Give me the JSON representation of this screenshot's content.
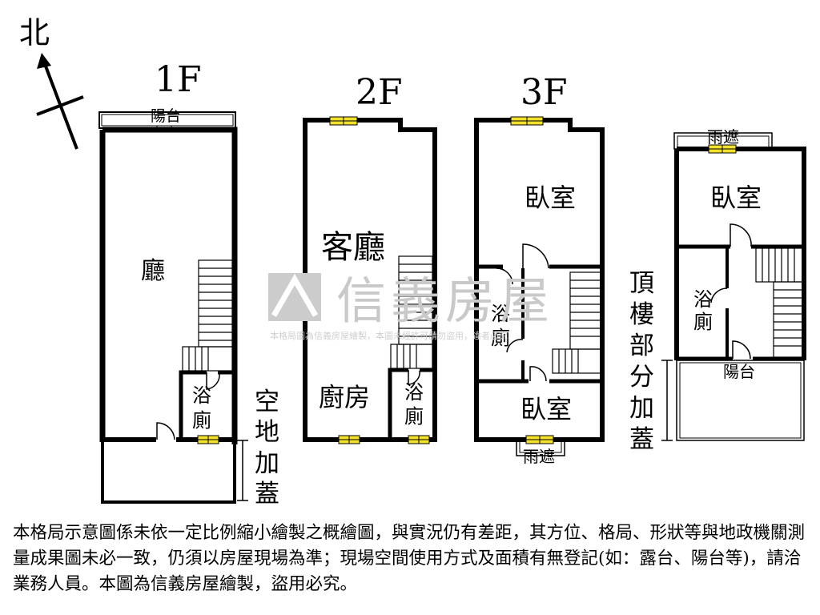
{
  "compass": {
    "label": "北"
  },
  "floors": {
    "f1": {
      "title": "1F",
      "balcony": "陽台",
      "living": "廳",
      "bath": "浴廁",
      "annex": "空地加蓋"
    },
    "f2": {
      "title": "2F",
      "living": "客廳",
      "kitchen": "廚房",
      "bath": "浴廁"
    },
    "f3": {
      "title": "3F",
      "bedroom_north": "臥室",
      "bath": "浴廁",
      "bedroom_south": "臥室",
      "awning": "雨遮"
    },
    "roof": {
      "awning": "雨遮",
      "bedroom": "臥室",
      "bath": "浴廁",
      "balcony": "陽台",
      "annex": "頂樓部分加蓋"
    }
  },
  "watermark": {
    "brand": "信義房屋",
    "caption": "本格局圖為信義房屋繪製，本圖未經許可請勿盜用，違者必究"
  },
  "disclaimer": "本格局示意圖係未依一定比例縮小繪製之概繪圖，與實況仍有差距，其方位、格局、形狀等與地政機關測量成果圖未必一致，仍須以房屋現場為準；現場空間使用方式及面積有無登記(如：露台、陽台等)，請洽業務人員。本圖為信義房屋繪製，盜用必究。"
}
